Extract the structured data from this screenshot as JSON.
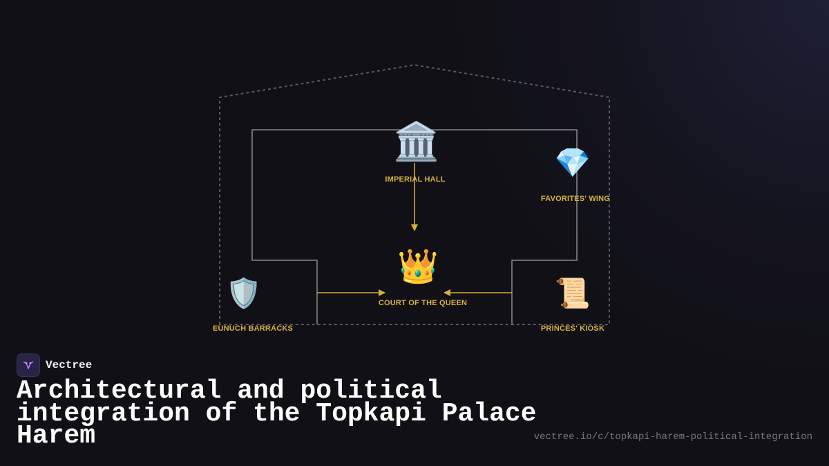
{
  "nodes": [
    {
      "id": "imperial-hall",
      "label": "IMPERIAL HALL",
      "icon": "classical-building-icon",
      "glyph": "🏛️"
    },
    {
      "id": "favorites-wing",
      "label": "FAVORITES' WING",
      "icon": "gem-icon",
      "glyph": "💎"
    },
    {
      "id": "court-of-the-queen",
      "label": "COURT OF THE QUEEN",
      "icon": "crown-icon",
      "glyph": "👑"
    },
    {
      "id": "eunuch-barracks",
      "label": "EUNUCH BARRACKS",
      "icon": "shield-icon",
      "glyph": "🛡️"
    },
    {
      "id": "princes-kiosk",
      "label": "PRINCES' KIOSK",
      "icon": "scroll-icon",
      "glyph": "📜"
    }
  ],
  "edges": [
    {
      "from": "imperial-hall",
      "to": "court-of-the-queen"
    },
    {
      "from": "eunuch-barracks",
      "to": "court-of-the-queen"
    },
    {
      "from": "princes-kiosk",
      "to": "court-of-the-queen"
    }
  ],
  "colors": {
    "background": "#111016",
    "accent": "#d8b13f",
    "outline": "#8a8a8e",
    "dashed_outline": "#5a5a5e"
  },
  "brand": {
    "name": "Vectree",
    "logo_icon": "vectree-logo-icon"
  },
  "title": "Architectural and political integration of the Topkapi Palace Harem",
  "url": "vectree.io/c/topkapi-harem-political-integration"
}
